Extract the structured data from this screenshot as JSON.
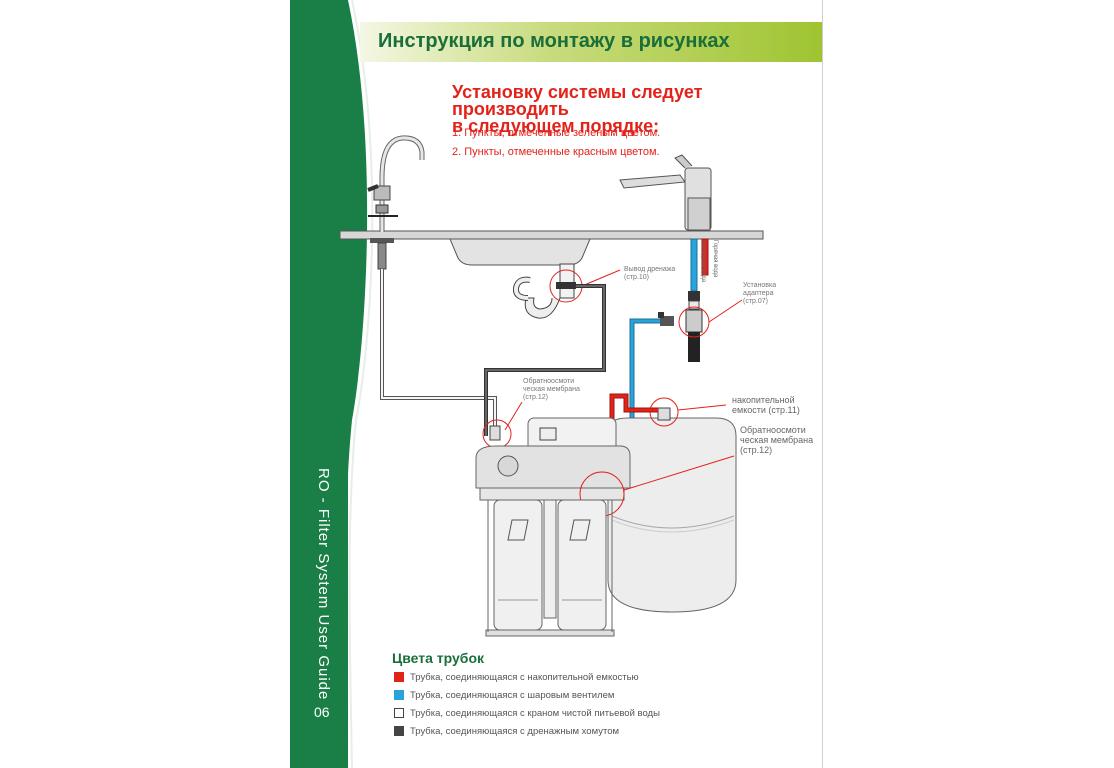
{
  "sidebar": {
    "vertical_title": "RO - Filter System User Guide",
    "page_number": "06"
  },
  "header": {
    "title": "Инструкция по монтажу в рисунках"
  },
  "intro": {
    "subtitle_line1": "Установку системы следует производить",
    "subtitle_line2": "в следующем порядке:",
    "steps": [
      "1. Пункты, отмеченные зеленым цветом.",
      "2. Пункты, отмеченные красным цветом."
    ]
  },
  "diagram": {
    "labels": {
      "drain_outlet_1": "Вывод дренажа",
      "drain_outlet_2": "(стр.10)",
      "adapter_1": "Установка",
      "adapter_2": "адаптера",
      "adapter_3": "(стр.07)",
      "membrane_left_1": "Обратноосмоти",
      "membrane_left_2": "ческая мембрана",
      "membrane_left_3": "(стр.12)",
      "tank_1": "накопительной",
      "tank_2": "емкости (стр.11)",
      "membrane_right_1": "Обратноосмоти",
      "membrane_right_2": "ческая мембрана",
      "membrane_right_3": "(стр.12)",
      "cold_water": "Холодная вода",
      "hot_water": "Горячая вода"
    }
  },
  "legend": {
    "title": "Цвета трубок",
    "items": [
      {
        "color": "#e2231a",
        "text": "Трубка, соединяющаяся с накопительной емкостью"
      },
      {
        "color": "#29a3db",
        "text": "Трубка, соединяющаяся с шаровым вентилем"
      },
      {
        "color": "#ffffff",
        "text": "Трубка, соединяющаяся с краном чистой питьевой воды"
      },
      {
        "color": "#444444",
        "text": "Трубка, соединяющаяся с дренажным хомутом"
      }
    ]
  }
}
